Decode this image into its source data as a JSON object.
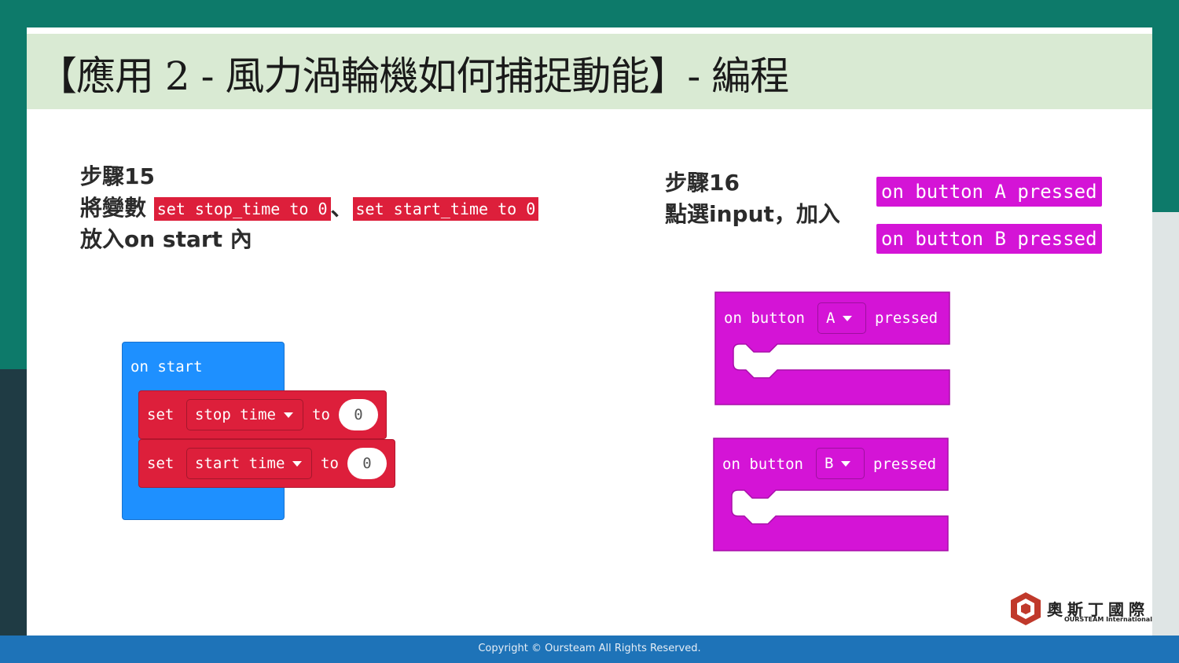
{
  "title": "【應用 2 - 風力渦輪機如何捕捉動能】- 編程",
  "step15": {
    "heading": "步驟15",
    "line2_prefix": "將變數",
    "block1": "set stop_time to 0",
    "separator": "、",
    "block2": "set start_time to 0",
    "line3": "放入on start 內"
  },
  "step16": {
    "heading": "步驟16",
    "line2": "點選input，加入",
    "tag1": "on button A pressed",
    "tag2": "on button B pressed"
  },
  "on_start_block": {
    "label": "on start",
    "row1": {
      "set": "set",
      "variable": "stop time",
      "to": "to",
      "value": "0"
    },
    "row2": {
      "set": "set",
      "variable": "start time",
      "to": "to",
      "value": "0"
    }
  },
  "button_a_block": {
    "on": "on button",
    "button": "A",
    "pressed": "pressed"
  },
  "button_b_block": {
    "on": "on button",
    "button": "B",
    "pressed": "pressed"
  },
  "logo": {
    "chinese": "奧斯丁國際",
    "english": "OURSTEAM International",
    "icon": "cube-logo-icon"
  },
  "footer": {
    "copyright": "Copyright © Oursteam All Rights Reserved."
  },
  "colors": {
    "background_teal": "#0d7a6a",
    "title_bar": "#d9ead3",
    "basic_blue": "#1e90ff",
    "variable_red": "#dd1f3b",
    "input_magenta": "#d414d6",
    "footer_blue": "#1e73b8"
  }
}
